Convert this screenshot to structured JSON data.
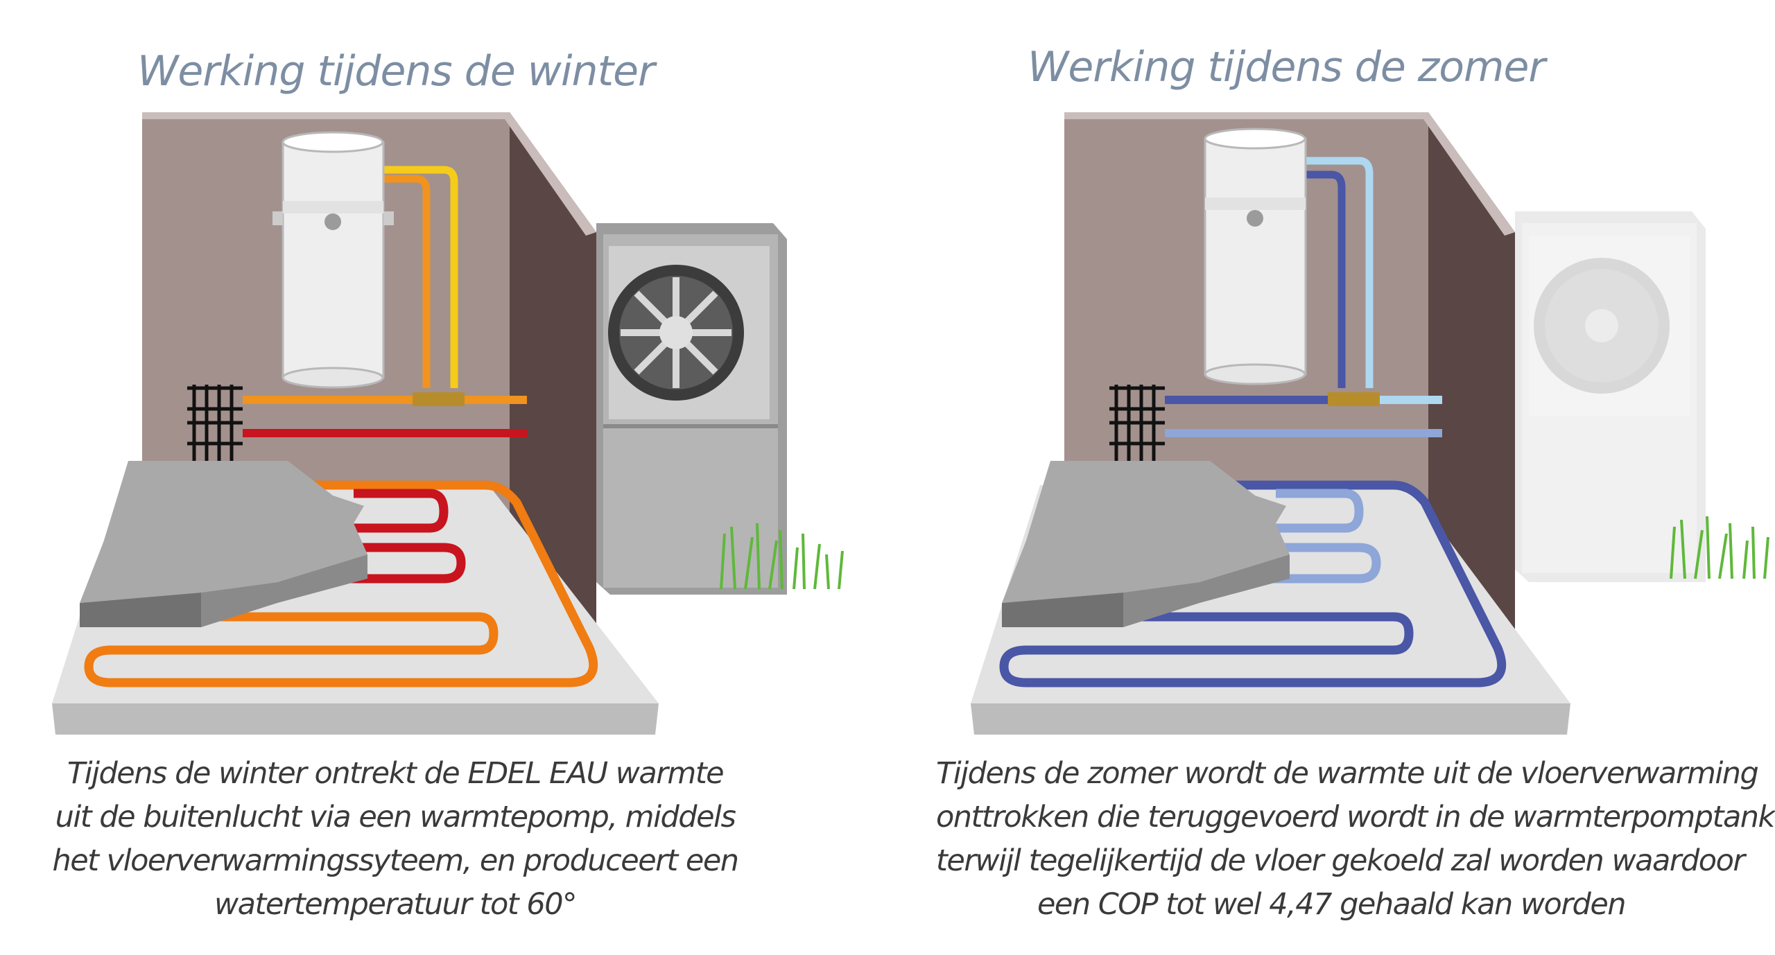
{
  "winter": {
    "title": "Werking tijdens de winter",
    "caption_lines": [
      "Tijdens de winter ontrekt de EDEL EAU warmte",
      "uit de buitenlucht via een warmtepomp, middels",
      "het vloerverwarmingssyteem, en produceert een",
      "watertemperatuur tot 60°"
    ],
    "colors": {
      "supply_pipe": "#f0931f",
      "return_pipe": "#c8141e",
      "tank_pipe_hot": "#f5cc1a"
    }
  },
  "summer": {
    "title": "Werking tijdens de zomer",
    "caption_lines": [
      "Tijdens de zomer wordt de warmte uit de vloerverwarming",
      "onttrokken die teruggevoerd wordt in de warmterpomptank",
      "terwijl tegelijkertijd de vloer gekoeld zal worden waardoor",
      "een COP tot wel 4,47 gehaald kan worden"
    ],
    "colors": {
      "supply_pipe": "#4a56a6",
      "return_pipe": "#8ea6d8",
      "tank_pipe_cold": "#aed8f0"
    }
  }
}
